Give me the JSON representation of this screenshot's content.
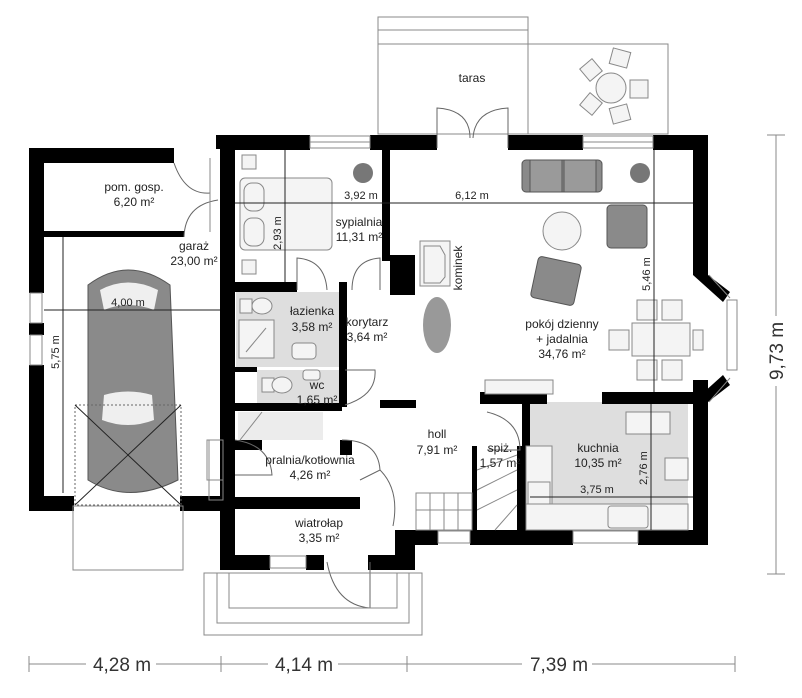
{
  "plan": {
    "title": "Floor plan",
    "colors": {
      "wall": "#000000",
      "wet_room_floor": "#dedede",
      "furniture_dark": "#8a8a8a",
      "line": "#888888"
    },
    "rooms": [
      {
        "id": "taras",
        "name": "taras",
        "area": ""
      },
      {
        "id": "pom-gosp",
        "name": "pom. gosp.",
        "area": "6,20 m²"
      },
      {
        "id": "garaz",
        "name": "garaż",
        "area": "23,00 m²"
      },
      {
        "id": "sypialnia",
        "name": "sypialnia",
        "area": "11,31 m²"
      },
      {
        "id": "lazienka",
        "name": "łazienka",
        "area": "3,58 m²"
      },
      {
        "id": "korytarz",
        "name": "korytarz",
        "area": "3,64 m²"
      },
      {
        "id": "wc",
        "name": "wc",
        "area": "1,65 m²"
      },
      {
        "id": "pokoj",
        "name": "pokój dzienny",
        "name2": "+ jadalnia",
        "area": "34,76 m²"
      },
      {
        "id": "kominek",
        "name": "kominek",
        "area": ""
      },
      {
        "id": "holl",
        "name": "holl",
        "area": "7,91 m²"
      },
      {
        "id": "spiz",
        "name": "spiż.",
        "area": "1,57 m²"
      },
      {
        "id": "kuchnia",
        "name": "kuchnia",
        "area": "10,35 m²"
      },
      {
        "id": "pralnia",
        "name": "pralnia/kotłownia",
        "area": "4,26 m²"
      },
      {
        "id": "wiatrolap",
        "name": "wiatrołap",
        "area": "3,35 m²"
      }
    ],
    "inner_dimensions": {
      "garage_width": "4,00 m",
      "garage_length": "5,75 m",
      "bedroom_width": "3,92 m",
      "bedroom_depth": "2,93 m",
      "living_width": "6,12 m",
      "living_depth": "5,46 m",
      "kitchen_width": "3,75 m",
      "kitchen_depth": "2,76 m"
    },
    "outer_dimensions": {
      "bottom": [
        "4,28 m",
        "4,14 m",
        "7,39 m"
      ],
      "right": "9,73 m"
    }
  }
}
